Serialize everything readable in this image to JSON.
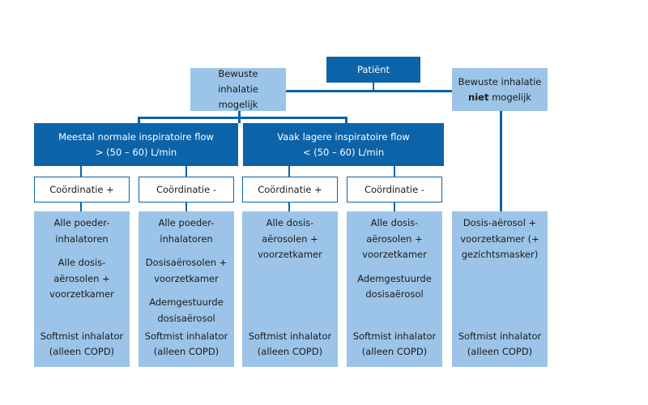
{
  "patient": "Patiënt",
  "branch_left": "Bewuste inhalatie mogelijk",
  "branch_right": {
    "pre": "Bewuste inhalatie ",
    "bold": "niet",
    "post": " mogelijk"
  },
  "flows": [
    {
      "line1": "Meestal normale inspiratoire flow",
      "line2": "> (50 – 60) L/min"
    },
    {
      "line1": "Vaak lagere inspiratoire flow",
      "line2": "< (50 – 60) L/min"
    }
  ],
  "coordination": [
    "Coördinatie +",
    "Coördinatie -",
    "Coördinatie +",
    "Coördinatie -"
  ],
  "columns": [
    {
      "groups": [
        "Alle poeder-inhalatoren",
        "Alle dosis-aërosolen + voorzetkamer"
      ],
      "footer": "Softmist inhalator (alleen COPD)"
    },
    {
      "groups": [
        "Alle poeder-inhalatoren",
        "Dosisaërosolen + voorzetkamer",
        "Ademgestuurde dosisaërosol"
      ],
      "footer": "Softmist inhalator (alleen COPD)"
    },
    {
      "groups": [
        "Alle dosis-aërosolen + voorzetkamer"
      ],
      "footer": "Softmist inhalator (alleen COPD)"
    },
    {
      "groups": [
        "Alle dosis-aërosolen + voorzetkamer",
        "Ademgestuurde dosisaërosol"
      ],
      "footer": "Softmist inhalator (alleen COPD)"
    },
    {
      "groups": [
        "Dosis-aërosol + voorzetkamer (+ gezichtsmasker)"
      ],
      "footer": "Softmist inhalator (alleen COPD)"
    }
  ],
  "colors": {
    "dark": "#0c63a8",
    "light": "#9cc4e8"
  }
}
